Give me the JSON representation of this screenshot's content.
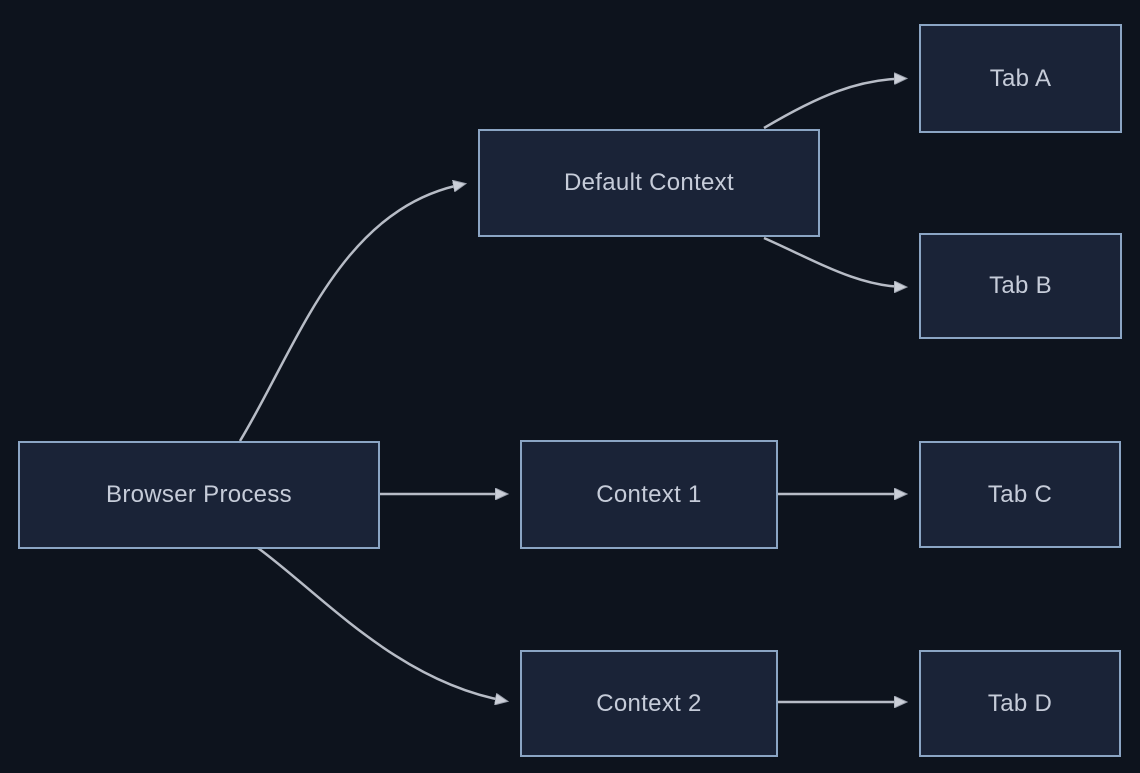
{
  "diagram": {
    "type": "flowchart",
    "direction": "left-to-right",
    "nodes": {
      "browser_process": {
        "label": "Browser Process"
      },
      "default_context": {
        "label": "Default Context"
      },
      "context_1": {
        "label": "Context 1"
      },
      "context_2": {
        "label": "Context 2"
      },
      "tab_a": {
        "label": "Tab A"
      },
      "tab_b": {
        "label": "Tab B"
      },
      "tab_c": {
        "label": "Tab C"
      },
      "tab_d": {
        "label": "Tab D"
      }
    },
    "edges": [
      {
        "from": "Browser Process",
        "to": "Default Context"
      },
      {
        "from": "Browser Process",
        "to": "Context 1"
      },
      {
        "from": "Browser Process",
        "to": "Context 2"
      },
      {
        "from": "Default Context",
        "to": "Tab A"
      },
      {
        "from": "Default Context",
        "to": "Tab B"
      },
      {
        "from": "Context 1",
        "to": "Tab C"
      },
      {
        "from": "Context 2",
        "to": "Tab D"
      }
    ],
    "colors": {
      "background": "#0d131d",
      "node_fill": "#1a2337",
      "node_border": "#8ba5c4",
      "node_text": "#c6ccd9",
      "edge_line": "#b7bcc6",
      "arrowhead_fill": "#cbcfd8"
    }
  }
}
